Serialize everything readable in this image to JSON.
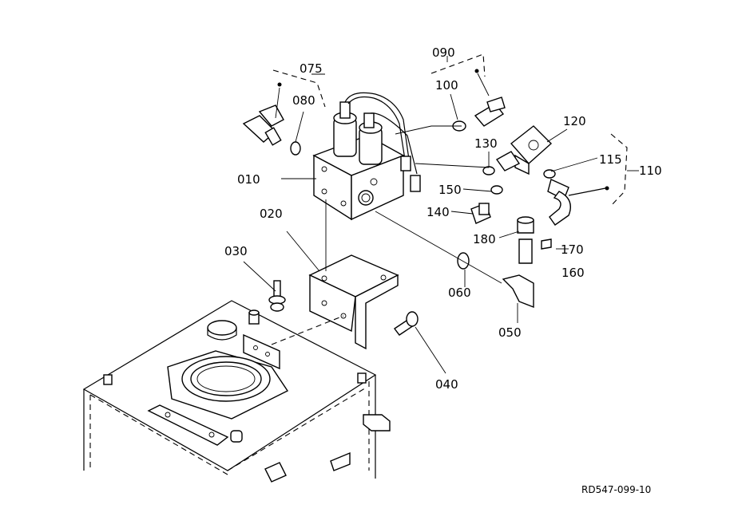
{
  "diagram": {
    "part_labels": [
      "075",
      "080",
      "090",
      "100",
      "120",
      "130",
      "115",
      "110",
      "010",
      "150",
      "140",
      "180",
      "170",
      "160",
      "020",
      "030",
      "060",
      "050",
      "040"
    ],
    "drawing_code": "RD547-099-10"
  }
}
